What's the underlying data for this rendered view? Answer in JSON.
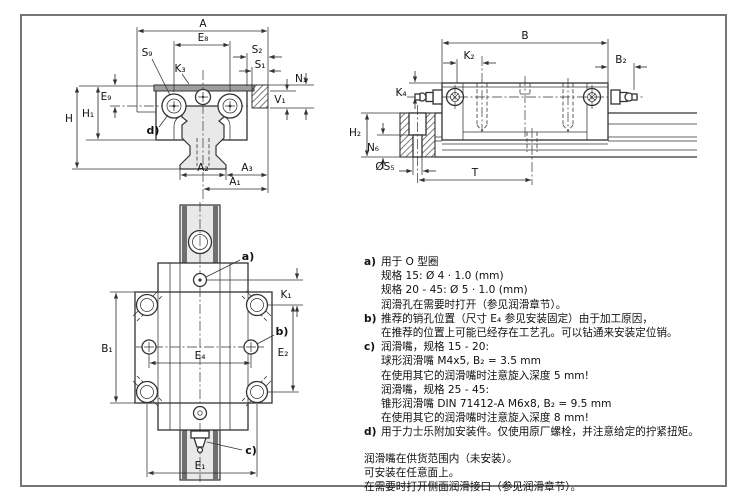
{
  "page": {
    "background": "#ffffff",
    "frame_color": "#757575",
    "line_color": "#333333",
    "fill_gray": "#e9e9e9"
  },
  "views": {
    "front": {
      "labels": {
        "A": "A",
        "E8": "E₈",
        "S2": "S₂",
        "S1": "S₁",
        "S9": "S₉",
        "K3": "K₃",
        "V1": "V₁",
        "N1": "N₁",
        "E9": "E₉",
        "H": "H",
        "H1": "H₁",
        "d": "d)",
        "A2": "A₂",
        "A3": "A₃",
        "A1": "A₁"
      }
    },
    "side": {
      "labels": {
        "B": "B",
        "K2": "K₂",
        "B2": "B₂",
        "K4": "K₄",
        "H2": "H₂",
        "N6": "N₆",
        "S5": "ØS₅",
        "T": "T"
      }
    },
    "top": {
      "labels": {
        "a": "a)",
        "K1": "K₁",
        "b": "b)",
        "E2": "E₂",
        "B1": "B₁",
        "E4": "E₄",
        "c": "c)",
        "E1": "E₁"
      }
    }
  },
  "notes": {
    "items": [
      {
        "label": "a)",
        "text": "用于 O 型圈"
      },
      {
        "label": "",
        "text": "规格 15: Ø 4 · 1.0 (mm)"
      },
      {
        "label": "",
        "text": "规格 20 - 45: Ø 5 · 1.0 (mm)"
      },
      {
        "label": "",
        "text": "润滑孔在需要时打开（参见润滑章节）。"
      },
      {
        "label": "b)",
        "text": "推荐的销孔位置（尺寸 E₄ 参见安装固定）由于加工原因，"
      },
      {
        "label": "",
        "text": "在推荐的位置上可能已经存在工艺孔。可以钻通来安装定位销。"
      },
      {
        "label": "c)",
        "text": "润滑嘴，规格 15 - 20:"
      },
      {
        "label": "",
        "text": "球形润滑嘴 M4x5, B₂ = 3.5 mm"
      },
      {
        "label": "",
        "text": "在使用其它的润滑嘴时注意旋入深度 5 mm!"
      },
      {
        "label": "",
        "text": "润滑嘴，规格 25 - 45:"
      },
      {
        "label": "",
        "text": "锥形润滑嘴 DIN 71412-A M6x8, B₂ = 9.5 mm"
      },
      {
        "label": "",
        "text": "在使用其它的润滑嘴时注意旋入深度 8 mm!"
      },
      {
        "label": "d)",
        "text": "用于力士乐附加安装件。仅使用原厂螺栓，并注意给定的拧紧扭矩。"
      }
    ],
    "footer": [
      "润滑嘴在供货范围内（未安装）。",
      "可安装在任意面上。",
      "在需要时打开侧面润滑接口（参见润滑章节）。"
    ]
  }
}
